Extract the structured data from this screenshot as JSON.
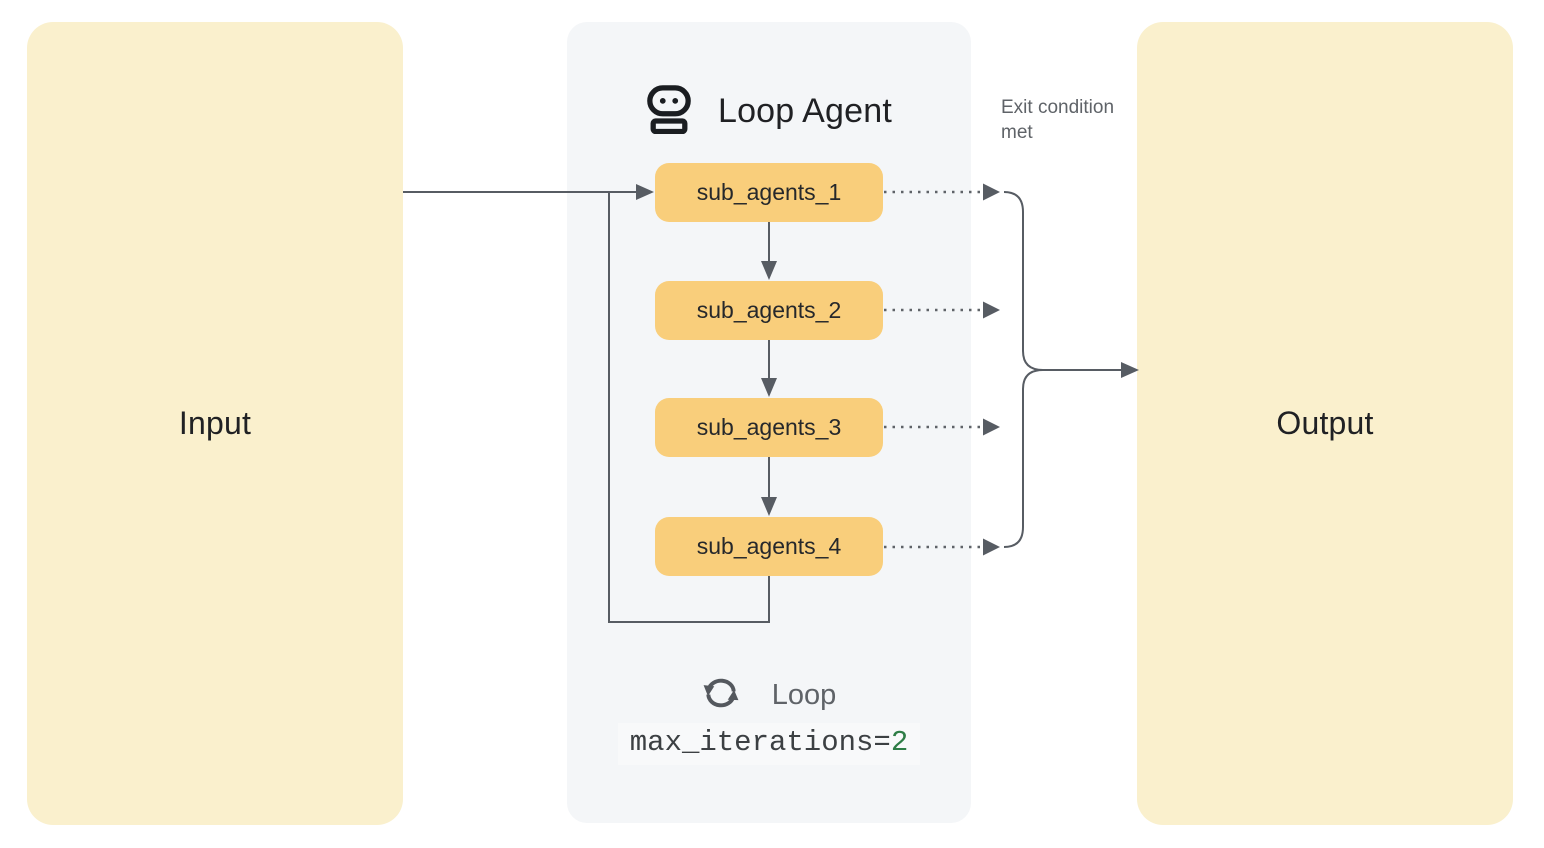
{
  "input_panel": {
    "label": "Input"
  },
  "agent_panel": {
    "title": "Loop Agent",
    "sub_agents": [
      "sub_agents_1",
      "sub_agents_2",
      "sub_agents_3",
      "sub_agents_4"
    ],
    "loop_label": "Loop",
    "max_iterations_text": "max_iterations=",
    "max_iterations_value": "2"
  },
  "output_panel": {
    "label": "Output"
  },
  "annotations": {
    "exit_condition": "Exit condition met"
  },
  "icons": {
    "agent": "robot-icon",
    "loop": "loop-sync-icon"
  },
  "colors": {
    "panel_cream": "#FAF0CD",
    "panel_gray": "#F4F6F8",
    "sub_agent_box": "#F9CE7B",
    "connector_gray": "#575C63",
    "text_dark": "#202124",
    "text_gray": "#5F6368",
    "code_value_green": "#2E7D46",
    "code_bg": "#F8F9FA"
  }
}
